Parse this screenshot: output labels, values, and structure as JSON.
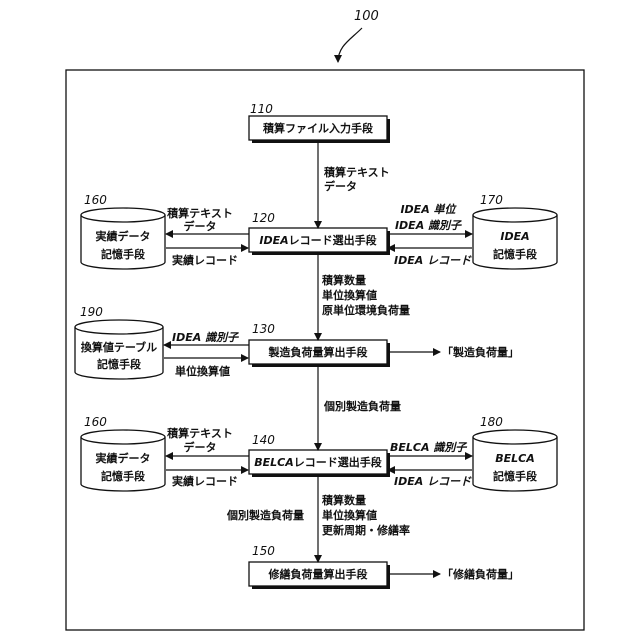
{
  "figure_number": "100",
  "nodes": {
    "n110": {
      "number": "110",
      "label": "積算ファイル入力手段"
    },
    "n120": {
      "number": "120",
      "label_italic": "IDEA",
      "label": "レコード選出手段"
    },
    "n130": {
      "number": "130",
      "label": "製造負荷量算出手段"
    },
    "n140": {
      "number": "140",
      "label_italic": "BELCA",
      "label": "レコード選出手段"
    },
    "n150": {
      "number": "150",
      "label": "修繕負荷量算出手段"
    },
    "s160a": {
      "number": "160",
      "line1": "実績データ",
      "line2": "記憶手段"
    },
    "s170": {
      "number": "170",
      "line1": "IDEA",
      "line2": "記憶手段"
    },
    "s190": {
      "number": "190",
      "line1": "換算値テーブル",
      "line2": "記憶手段"
    },
    "s160b": {
      "number": "160",
      "line1": "実績データ",
      "line2": "記憶手段"
    },
    "s180": {
      "number": "180",
      "line1": "BELCA",
      "line2": "記憶手段"
    }
  },
  "edge_labels": {
    "e110_120": [
      "積算テキスト",
      "データ"
    ],
    "e120_160_out": [
      "積算テキスト",
      "データ"
    ],
    "e160_120_in": "実績レコード",
    "e120_170_out": [
      "IDEA 単位",
      "IDEA 識別子"
    ],
    "e170_120_in": "IDEA レコード",
    "e120_130": [
      "積算数量",
      "単位換算値",
      "原単位環境負荷量"
    ],
    "e130_190_out": "IDEA 識別子",
    "e190_130_in": "単位換算値",
    "e130_out": "「製造負荷量」",
    "e130_140": "個別製造負荷量",
    "e140_160_out": [
      "積算テキスト",
      "データ"
    ],
    "e160_140_in": "実績レコード",
    "e140_180_out": "BELCA 識別子",
    "e180_140_in": "IDEA レコード",
    "e140_150_left": "個別製造負荷量",
    "e140_150_right": [
      "積算数量",
      "単位換算値",
      "更新周期・修繕率"
    ],
    "e150_out": "「修繕負荷量」"
  }
}
